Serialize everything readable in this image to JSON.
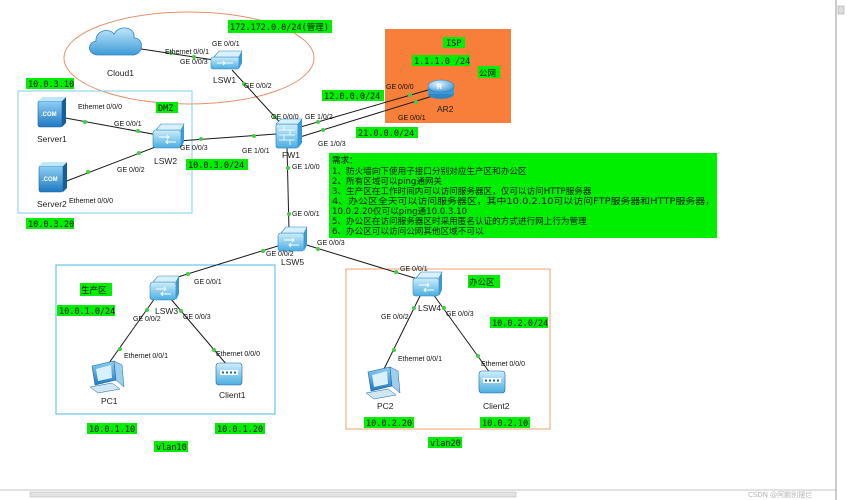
{
  "network": {
    "mgmt_subnet": "172.172.0.0/24(管理)",
    "isp_label": "ISP",
    "isp_subnet": "1.1.1.0 /24",
    "public_net": "公网",
    "dmz_label": "DMZ",
    "prod_label": "生产区",
    "office_label": "办公区"
  },
  "devices": {
    "cloud1": "Cloud1",
    "lsw1": "LSW1",
    "ar2": "AR2",
    "fw1": "FW1",
    "lsw2": "LSW2",
    "server1": "Server1",
    "server2": "Server2",
    "lsw5": "LSW5",
    "lsw3": "LSW3",
    "lsw4": "LSW4",
    "pc1": "PC1",
    "client1": "Client1",
    "pc2": "PC2",
    "client2": "Client2"
  },
  "ports": {
    "cloud1_eth": "Ethernet 0/0/1",
    "lsw1_top": "GE 0/0/1",
    "lsw1_left": "GE 0/0/3",
    "lsw1_down": "GE 0/0/2",
    "ar2_ge000": "GE 0/0/0",
    "ar2_ge001": "GE 0/0/1",
    "fw_ge000": "GE 0/0/0",
    "fw_ge102": "GE 1/0/2",
    "fw_ge103": "GE 1/0/3",
    "fw_ge101": "GE 1/0/1",
    "fw_ge100": "GE 1/0/0",
    "lsw2_ge003": "GE 0/0/3",
    "lsw2_ge001": "GE 0/0/1",
    "lsw2_ge002": "GE 0/0/2",
    "server1_eth": "Ethernet 0/0/0",
    "server2_eth": "Ethernet 0/0/0",
    "lsw5_ge001": "GE 0/0/1",
    "lsw5_ge002": "GE 0/0/2",
    "lsw5_ge003": "GE 0/0/3",
    "lsw3_ge001": "GE 0/0/1",
    "lsw3_ge002": "GE 0/0/2",
    "lsw3_ge003": "GE 0/0/3",
    "pc1_eth": "Ethernet 0/0/1",
    "client1_eth": "Ethernet 0/0/0",
    "lsw4_ge001": "GE 0/0/1",
    "lsw4_ge002": "GE 0/0/2",
    "lsw4_ge003": "GE 0/0/3",
    "pc2_eth": "Ethernet 0/0/1",
    "client2_eth": "Ethernet 0/0/0"
  },
  "addresses": {
    "dmz_gw": "10.0.3.10",
    "link_ar2_ge000": "12.0.0.0/24",
    "link_ar2_ge001": "21.0.0.0/24",
    "dmz_subnet": "10.0.3.0/24",
    "server2_ip": "10.0.3.20",
    "prod_subnet": "10.0.1.0/24",
    "office_subnet": "10.0.2.0/24",
    "pc1_ip": "10.0.1.10",
    "client1_ip": "10.0.1.20",
    "pc2_ip": "10.0.2.20",
    "client2_ip": "10.0.2.10",
    "vlan10": "vlan10",
    "vlan20": "vlan20"
  },
  "requirements": {
    "title": "需求：",
    "lines": [
      "1、防火墙向下使用子接口分别对应生产区和办公区",
      "2、所有区域可以ping通网关",
      "3、生产区在工作时间内可以访问服务器区，仅可以访问HTTP服务器",
      "4、办公区全天可以访问服务器区，其中10.0.2.10可以访问FTP服务器和HTTP服务器，",
      "10.0.2.20仅可以ping通10.0.3.10",
      "5、办公区在访问服务器区时采用匿名认证的方式进行网上行为管理",
      "6、办公区可以访问公网其他区域不可以"
    ]
  },
  "watermark": "CSDN @阿鹏别摆烂",
  "colors": {
    "label_bg": "#00ee00",
    "isp_bg": "#f87f3a",
    "mgmt_ellipse": "#e8906a",
    "dmz_border": "#7fd0ee",
    "prod_border": "#4ab8e8",
    "office_border": "#f0a070",
    "link": "#1a1a1a",
    "port_dot": "#44cc44"
  }
}
